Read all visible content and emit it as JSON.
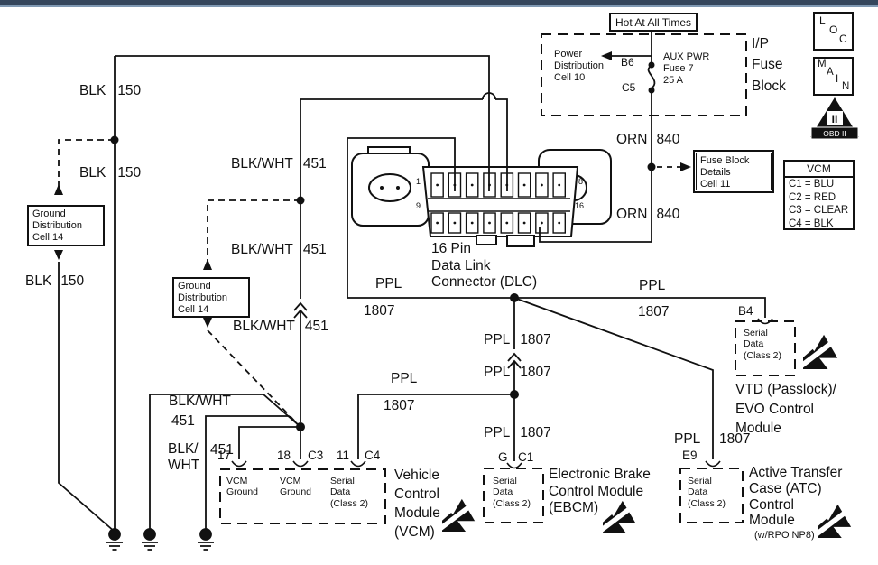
{
  "power": {
    "hot_label": "Hot At All Times",
    "power_dist": "Power\nDistribution\nCell 10",
    "b6": "B6",
    "c5": "C5",
    "fuse": "AUX PWR\nFuse 7\n25 A",
    "block": "I/P\nFuse\nBlock"
  },
  "badges": {
    "loc": {
      "l": "L",
      "o": "O",
      "c": "C"
    },
    "main": {
      "m": "M",
      "a": "A",
      "i": "I",
      "n": "N"
    },
    "obd": {
      "numeral": "II",
      "banner": "OBD II"
    }
  },
  "legend": {
    "title": "VCM",
    "rows": [
      "C1 = BLU",
      "C2 = RED",
      "C3 = CLEAR",
      "C4 = BLK"
    ]
  },
  "boxes": {
    "fuse_details": "Fuse Block\nDetails\nCell 11",
    "ground_dist_left": "Ground\nDistribution\nCell 14",
    "ground_dist_mid": "Ground\nDistribution\nCell 14"
  },
  "dlc": {
    "label": "16 Pin\nData Link\nConnector (DLC)",
    "pin_1": "1",
    "pin_8": "8",
    "pin_9": "9",
    "pin_16": "16"
  },
  "wires": {
    "blk": "BLK",
    "c150": "150",
    "blkwht": "BLK/WHT",
    "blkwht_2l": "BLK/\nWHT",
    "c451": "451",
    "ppl": "PPL",
    "c1807": "1807",
    "orn": "ORN",
    "c840": "840"
  },
  "pins": {
    "p17": "17",
    "p18": "18",
    "c3": "C3",
    "p11": "11",
    "c4": "C4",
    "g": "G",
    "c1": "C1",
    "b4": "B4",
    "e9": "E9"
  },
  "modules": {
    "vcm": {
      "ground1": "VCM\nGround",
      "ground2": "VCM\nGround",
      "serial": "Serial\nData\n(Class 2)",
      "label": "Vehicle\nControl\nModule\n(VCM)"
    },
    "ebcm": {
      "serial": "Serial\nData\n(Class 2)",
      "label": "Electronic Brake\nControl Module\n(EBCM)"
    },
    "vtd": {
      "serial": "Serial\nData\n(Class 2)",
      "label": "VTD (Passlock)/\nEVO Control\nModule"
    },
    "atc": {
      "serial": "Serial\nData\n(Class 2)",
      "label": "Active Transfer\nCase (ATC)\nControl\nModule",
      "sub": "(w/RPO NP8)"
    }
  },
  "colors": {
    "line": "#111111",
    "header_bar": "#35465c",
    "header_edge": "#8099b3"
  }
}
